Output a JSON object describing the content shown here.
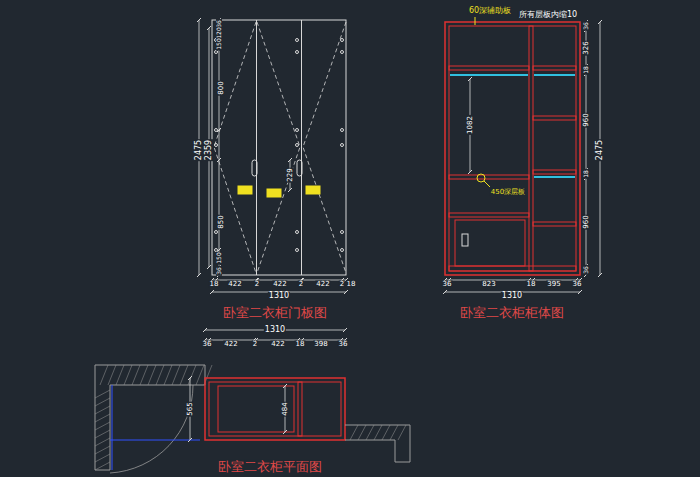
{
  "diagram": {
    "labels": [
      "2475",
      "2359",
      "36",
      "120",
      "150",
      "800",
      "229",
      "850",
      "150",
      "36",
      "18",
      "422",
      "2",
      "422",
      "2",
      "422",
      "2",
      "18",
      "1310",
      "卧室二衣柜门板图",
      "60深辅助板",
      "所有层板内缩10",
      "1082",
      "450深层板",
      "36",
      "326",
      "18",
      "960",
      "18",
      "960",
      "36",
      "2475",
      "36",
      "823",
      "18",
      "395",
      "36",
      "1310",
      "卧室二衣柜柜体图",
      "1310",
      "36",
      "422",
      "2",
      "422",
      "18",
      "398",
      "36",
      "565",
      "484",
      "卧室二衣柜平面图"
    ]
  }
}
